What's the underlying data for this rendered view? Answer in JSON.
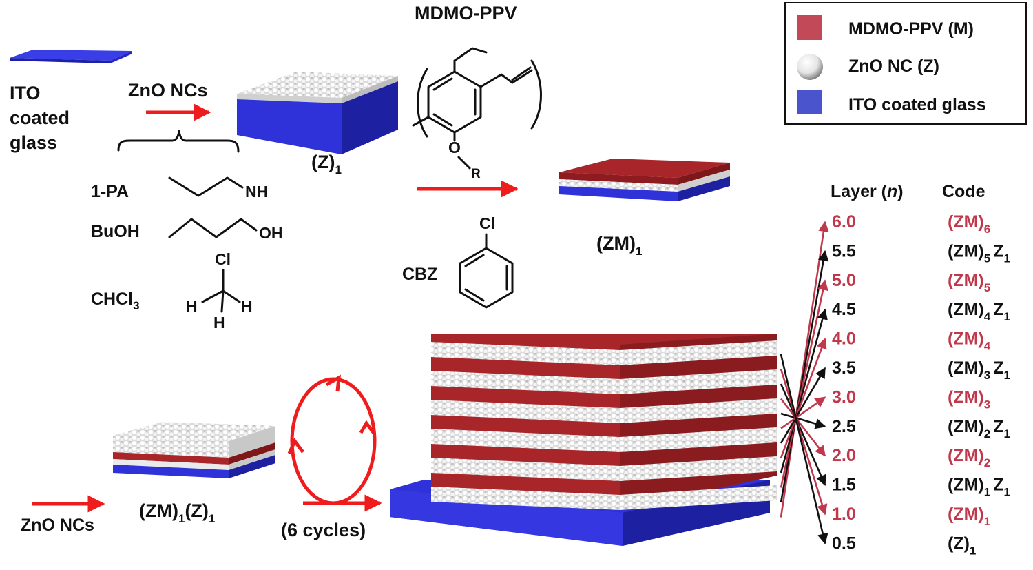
{
  "colors": {
    "ito_blue": "#2b2fd6",
    "polymer_red": "#a8262a",
    "zno_white": "#f2f2f2",
    "arrow_red": "#ee1c1c",
    "label_red": "#c0384b",
    "label_black": "#111111"
  },
  "legend": {
    "items": [
      {
        "label": "MDMO-PPV (M)",
        "icon": "red-square"
      },
      {
        "label": "ZnO NC (Z)",
        "icon": "white-sphere"
      },
      {
        "label": "ITO coated glass",
        "icon": "blue-square"
      }
    ]
  },
  "ito": {
    "line1": "ITO",
    "line2": "coated",
    "line3": "glass"
  },
  "step1": {
    "arrow_label": "ZnO NCs",
    "product_main": "(Z)",
    "product_sub": "1"
  },
  "solvents": [
    {
      "name": "1-PA",
      "group": "NH"
    },
    {
      "name": "BuOH",
      "group": "OH"
    },
    {
      "name": "CHCl",
      "name_sub": "3",
      "atoms": {
        "cl": "Cl",
        "h": "H"
      }
    }
  ],
  "polymer": {
    "title": "MDMO-PPV",
    "r_group": "R",
    "solvent": "CBZ",
    "solvent_atom": "Cl",
    "product_main": "(ZM)",
    "product_sub": "1"
  },
  "step3": {
    "arrow_label": "ZnO NCs",
    "product_a": "(ZM)",
    "product_a_sub": "1",
    "product_b": "(Z)",
    "product_b_sub": "1",
    "cycle_label": "(6 cycles)"
  },
  "table": {
    "header_layer": "Layer (",
    "header_n": "n",
    "header_close": ")",
    "header_code": "Code",
    "rows": [
      {
        "layer": "6.0",
        "code": "(ZM)",
        "sub": "6",
        "z": "",
        "zsub": "",
        "color": "red"
      },
      {
        "layer": "5.5",
        "code": "(ZM)",
        "sub": "5",
        "z": "Z",
        "zsub": "1",
        "color": "black"
      },
      {
        "layer": "5.0",
        "code": "(ZM)",
        "sub": "5",
        "z": "",
        "zsub": "",
        "color": "red"
      },
      {
        "layer": "4.5",
        "code": "(ZM)",
        "sub": "4",
        "z": "Z",
        "zsub": "1",
        "color": "black"
      },
      {
        "layer": "4.0",
        "code": "(ZM)",
        "sub": "4",
        "z": "",
        "zsub": "",
        "color": "red"
      },
      {
        "layer": "3.5",
        "code": "(ZM)",
        "sub": "3",
        "z": "Z",
        "zsub": "1",
        "color": "black"
      },
      {
        "layer": "3.0",
        "code": "(ZM)",
        "sub": "3",
        "z": "",
        "zsub": "",
        "color": "red"
      },
      {
        "layer": "2.5",
        "code": "(ZM)",
        "sub": "2",
        "z": "Z",
        "zsub": "1",
        "color": "black"
      },
      {
        "layer": "2.0",
        "code": "(ZM)",
        "sub": "2",
        "z": "",
        "zsub": "",
        "color": "red"
      },
      {
        "layer": "1.5",
        "code": "(ZM)",
        "sub": "1",
        "z": "Z",
        "zsub": "1",
        "color": "black"
      },
      {
        "layer": "1.0",
        "code": "(ZM)",
        "sub": "1",
        "z": "",
        "zsub": "",
        "color": "red"
      },
      {
        "layer": "0.5",
        "code": "(Z)",
        "sub": "1",
        "z": "",
        "zsub": "",
        "color": "black"
      }
    ]
  }
}
